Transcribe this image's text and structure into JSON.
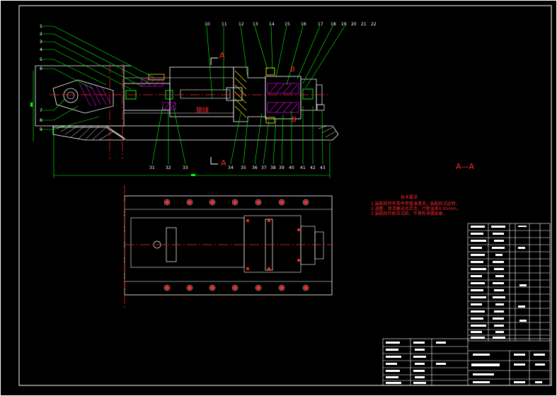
{
  "drawing": {
    "section_label": "A",
    "section_title": "A—A",
    "part_callout_label": "钢球",
    "marker_b": "B"
  },
  "part_numbers_left": [
    "1",
    "2",
    "3",
    "4",
    "5",
    "6",
    "7",
    "8",
    "9"
  ],
  "part_numbers_top": [
    "10",
    "11",
    "12",
    "13",
    "14",
    "15",
    "16",
    "17",
    "18",
    "19",
    "20",
    "21",
    "22"
  ],
  "part_numbers_bottom": [
    "31",
    "32",
    "33",
    "34",
    "35",
    "36",
    "37",
    "38",
    "39",
    "40",
    "41",
    "42",
    "43"
  ],
  "tech_notes": {
    "title": "技术要求",
    "lines": [
      "1.装配前所有零件用煤油清洗，装配后试运转。",
      "2.调整，使活塞运动灵活，行程误差0.05mm。",
      "3.装配后作耐压试验，不得有渗漏现象。"
    ]
  },
  "colors": {
    "outline": "#ffffff",
    "section_line": "#ff2a2a",
    "leader": "#00ff00",
    "hatch": "#ff00ff",
    "highlight": "#ffff00",
    "dimension": "#00ff00"
  }
}
